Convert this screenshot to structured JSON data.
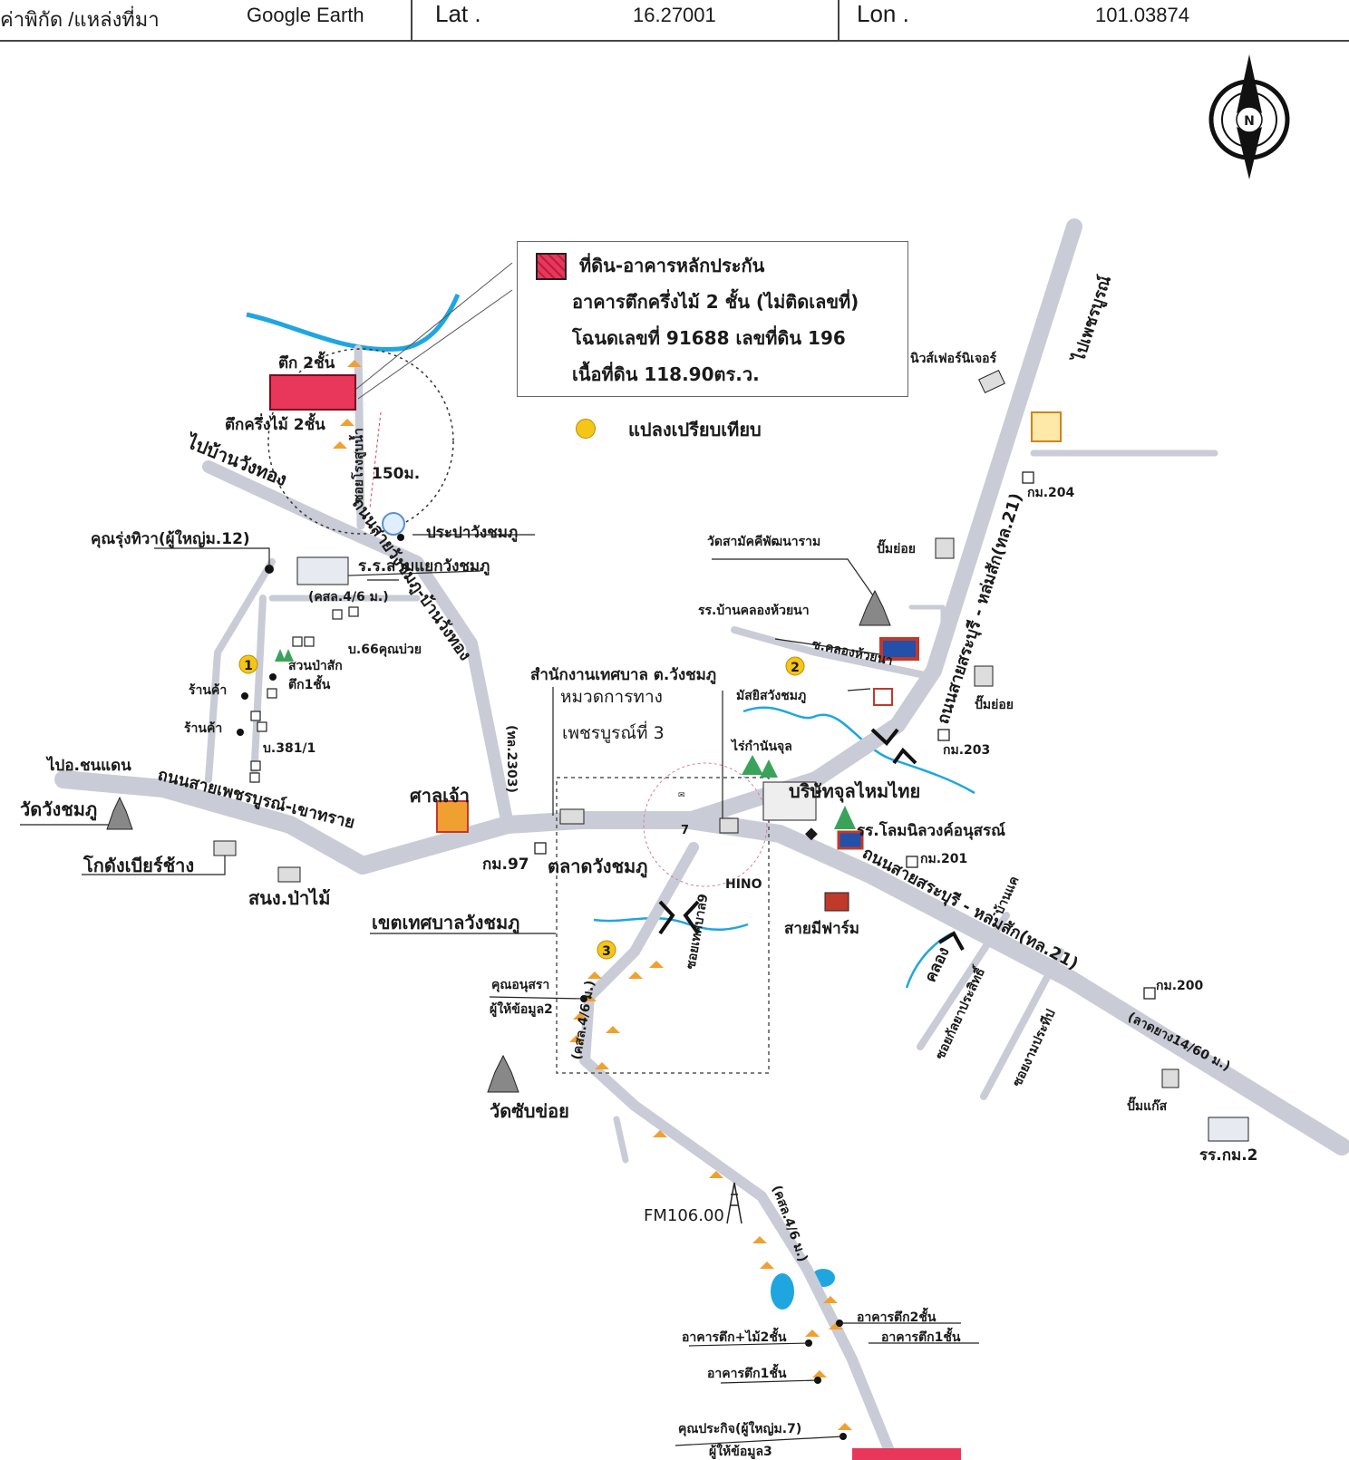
{
  "header": {
    "source_label": "ค่าพิกัด /แหล่งที่มา",
    "source_value": "Google Earth",
    "lat_label": "Lat .",
    "lat_value": "16.27001",
    "lon_label": "Lon .",
    "lon_value": "101.03874"
  },
  "compass": {
    "letter": "N"
  },
  "legend": {
    "title": "ที่ดิน-อาคารหลักประกัน",
    "line1": "อาคารตึกครึ่งไม้ 2 ชั้น (ไม่ติดเลขที่)",
    "line2": "โฉนดเลขที่ 91688 เลขที่ดิน 196",
    "line3": "เนื้อที่ดิน 118.90ตร.ว.",
    "comparison": "แปลงเปรียบเทียบ",
    "colors": {
      "collateral": "#e8375a",
      "comparison": "#f5c518",
      "road": "#c9ccd6",
      "water": "#1fa6e0"
    }
  },
  "labels": {
    "tuk2": "ตึก 2ชั้น",
    "tuk_half": "ตึกครึ่งไม้ 2ชั้น",
    "to_wangthong": "ไปบ้านวังทอง",
    "soi_rong": "ซอยโรงสูบน้ำ",
    "dist150": "150ม.",
    "prapa": "ประปาวังชมภู",
    "rungthiwa": "คุณรุ่งทิวา(ผู้ใหญ่ม.12)",
    "school_samyaek": "ร.ร.สามแยกวังชมภู",
    "kasal_a": "(คสล.4/6 ม.)",
    "ban66": "บ.66คุณบ่วย",
    "suan": "สวนป่าสัก",
    "tuk1": "ตึก1ชั้น",
    "rankha1": "ร้านค้า",
    "rankha2": "ร้านค้า",
    "ban381": "บ.381/1",
    "road_wangchomphu": "ถนนสายวังชมภู-บ้านวังทอง",
    "th2303": "(ทล.2303)",
    "to_chondaen": "ไปอ.ชนแดน",
    "road_petch": "ถนนสายเพชรบูรณ์-เขาทราย",
    "wat_wangchomphu": "วัดวังชมภู",
    "godang": "โกดังเบียร์ช้าง",
    "sanong": "สนง.ป่าไม้",
    "sanchao": "ศาลเจ้า",
    "km97": "กม.97",
    "talad": "ตลาดวังชมภู",
    "khet": "เขตเทศบาลวังชมภู",
    "thetsaban_office": "สำนักงานเทศบาล ต.วังชมภู",
    "mouad": "หมวดการทาง",
    "petch3": "เพชรบูรณ์ที่ 3",
    "rai": "ไร่กำนันจุล",
    "bor": "บริษัทจุลไหมไทย",
    "school_lom": "รร.โลมนิลวงค์อนุสรณ์",
    "km201": "กม.201",
    "sai_farm": "สายมีฟาร์ม",
    "hino": "HINO",
    "soi_tet": "ซอยเทศบาล9",
    "khun_anu": "คุณอนุสรา",
    "info2": "ผู้ให้ข้อมูล2",
    "kasal_b": "(คสล.4/6 ม.)",
    "wat_subkoi": "วัดซับข่อย",
    "fm": "FM106.00",
    "kasal_c": "(คสล.4/6 ม.)",
    "tuk2b": "อาคารตึก2ชั้น",
    "tukwood": "อาคารตึก+ไม้2ชั้น",
    "tuk1b": "อาคารตึก1ชั้น",
    "tuk1c": "อาคารตึก1ชั้น",
    "prakit": "คุณประกิจ(ผู้ใหญ่ม.7)",
    "info3": "ผู้ให้ข้อมูล3",
    "news": "นิวส์เฟอร์นิเจอร์",
    "to_petch": "ไปเพชรบูรณ์",
    "km204": "กม.204",
    "wat_sama": "วัดสามัคคีพัฒนาราม",
    "pump1": "ปั๊มย่อย",
    "school_khlong": "รร.บ้านคลองห้วยนา",
    "soi_khlong": "ซ.คลองห้วยนา",
    "masjid": "มัสยิสวังชมภู",
    "pump2": "ปั๊มย่อย",
    "road_saraburi1": "ถนนสายสระบุรี - หล่มสัก(ทล.21)",
    "km203": "กม.203",
    "road_saraburi2": "ถนนสายสระบุรี - หล่มสัก(ทล.21)",
    "banlaek": "บ้านแค",
    "khlong": "คลอง",
    "soi_kai": "ซอยกัลยาประสิทธิ์",
    "soi_ngam": "ซอยงามประทีป",
    "km200": "กม.200",
    "ladyang": "(ลาดยาง14/60 ม.)",
    "pump_gas": "ปั๊มแก๊ส",
    "school_km2": "รร.กม.2"
  },
  "markers": {
    "m1": "1",
    "m2": "2",
    "m3": "3"
  }
}
